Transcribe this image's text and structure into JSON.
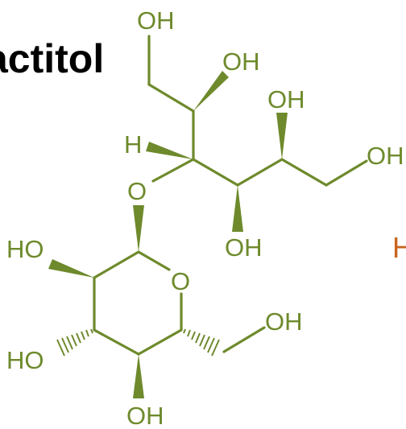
{
  "title": "actitol",
  "colors": {
    "bond": "#6e8a2c",
    "label": "#6e8a2c",
    "title": "#000000",
    "accent": "#c8641e"
  },
  "labels": {
    "oh_top": "OH",
    "oh_upper_wedge": "OH",
    "h_left": "H",
    "oh_right_upper": "OH",
    "oh_far_right": "OH",
    "o_glycosidic": "O",
    "oh_chain_bottom": "OH",
    "ho_ring_upper_left": "HO",
    "o_ring": "O",
    "oh_ring_ch2": "OH",
    "ho_ring_lower_left": "HO",
    "oh_ring_bottom": "OH",
    "cut_off_letter": "H"
  }
}
